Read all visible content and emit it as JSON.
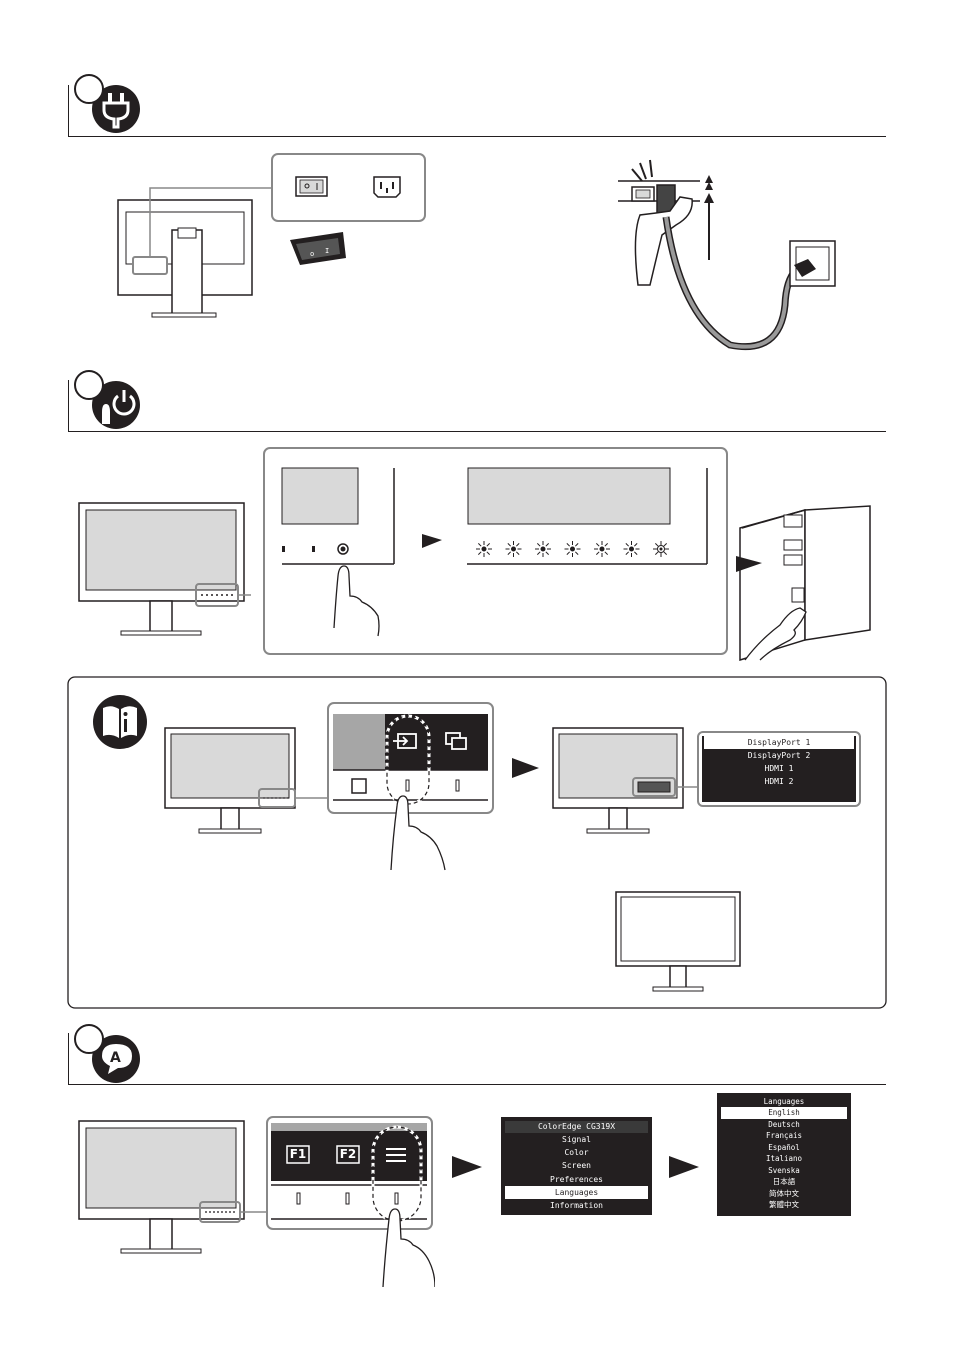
{
  "sections": [
    {
      "id": "power-connect",
      "icon": "plug-icon"
    },
    {
      "id": "power-on",
      "icon": "touch-power-icon"
    },
    {
      "id": "language",
      "icon": "speech-a-icon"
    }
  ],
  "info_icon": "manual-info-icon",
  "language_badge_letter": "A",
  "input_menu": {
    "items": [
      "DisplayPort 1",
      "DisplayPort 2",
      "HDMI 1",
      "HDMI 2"
    ],
    "selected_index": 0
  },
  "function_keys": {
    "f1": "F1",
    "f2": "F2"
  },
  "main_menu": {
    "title": "ColorEdge CG319X",
    "items": [
      "Signal",
      "Color",
      "Screen",
      "Preferences",
      "Languages",
      "Information"
    ],
    "selected_index": 4
  },
  "language_menu": {
    "title": "Languages",
    "items": [
      "English",
      "Deutsch",
      "Français",
      "Español",
      "Italiano",
      "Svenska",
      "日本語",
      "简体中文",
      "繁體中文"
    ],
    "selected_index": 0
  },
  "colors": {
    "ink": "#231f20",
    "screen_gray": "#d9d9d9",
    "menu_bg": "#231f20",
    "cable_gray": "#8a8a8a"
  }
}
